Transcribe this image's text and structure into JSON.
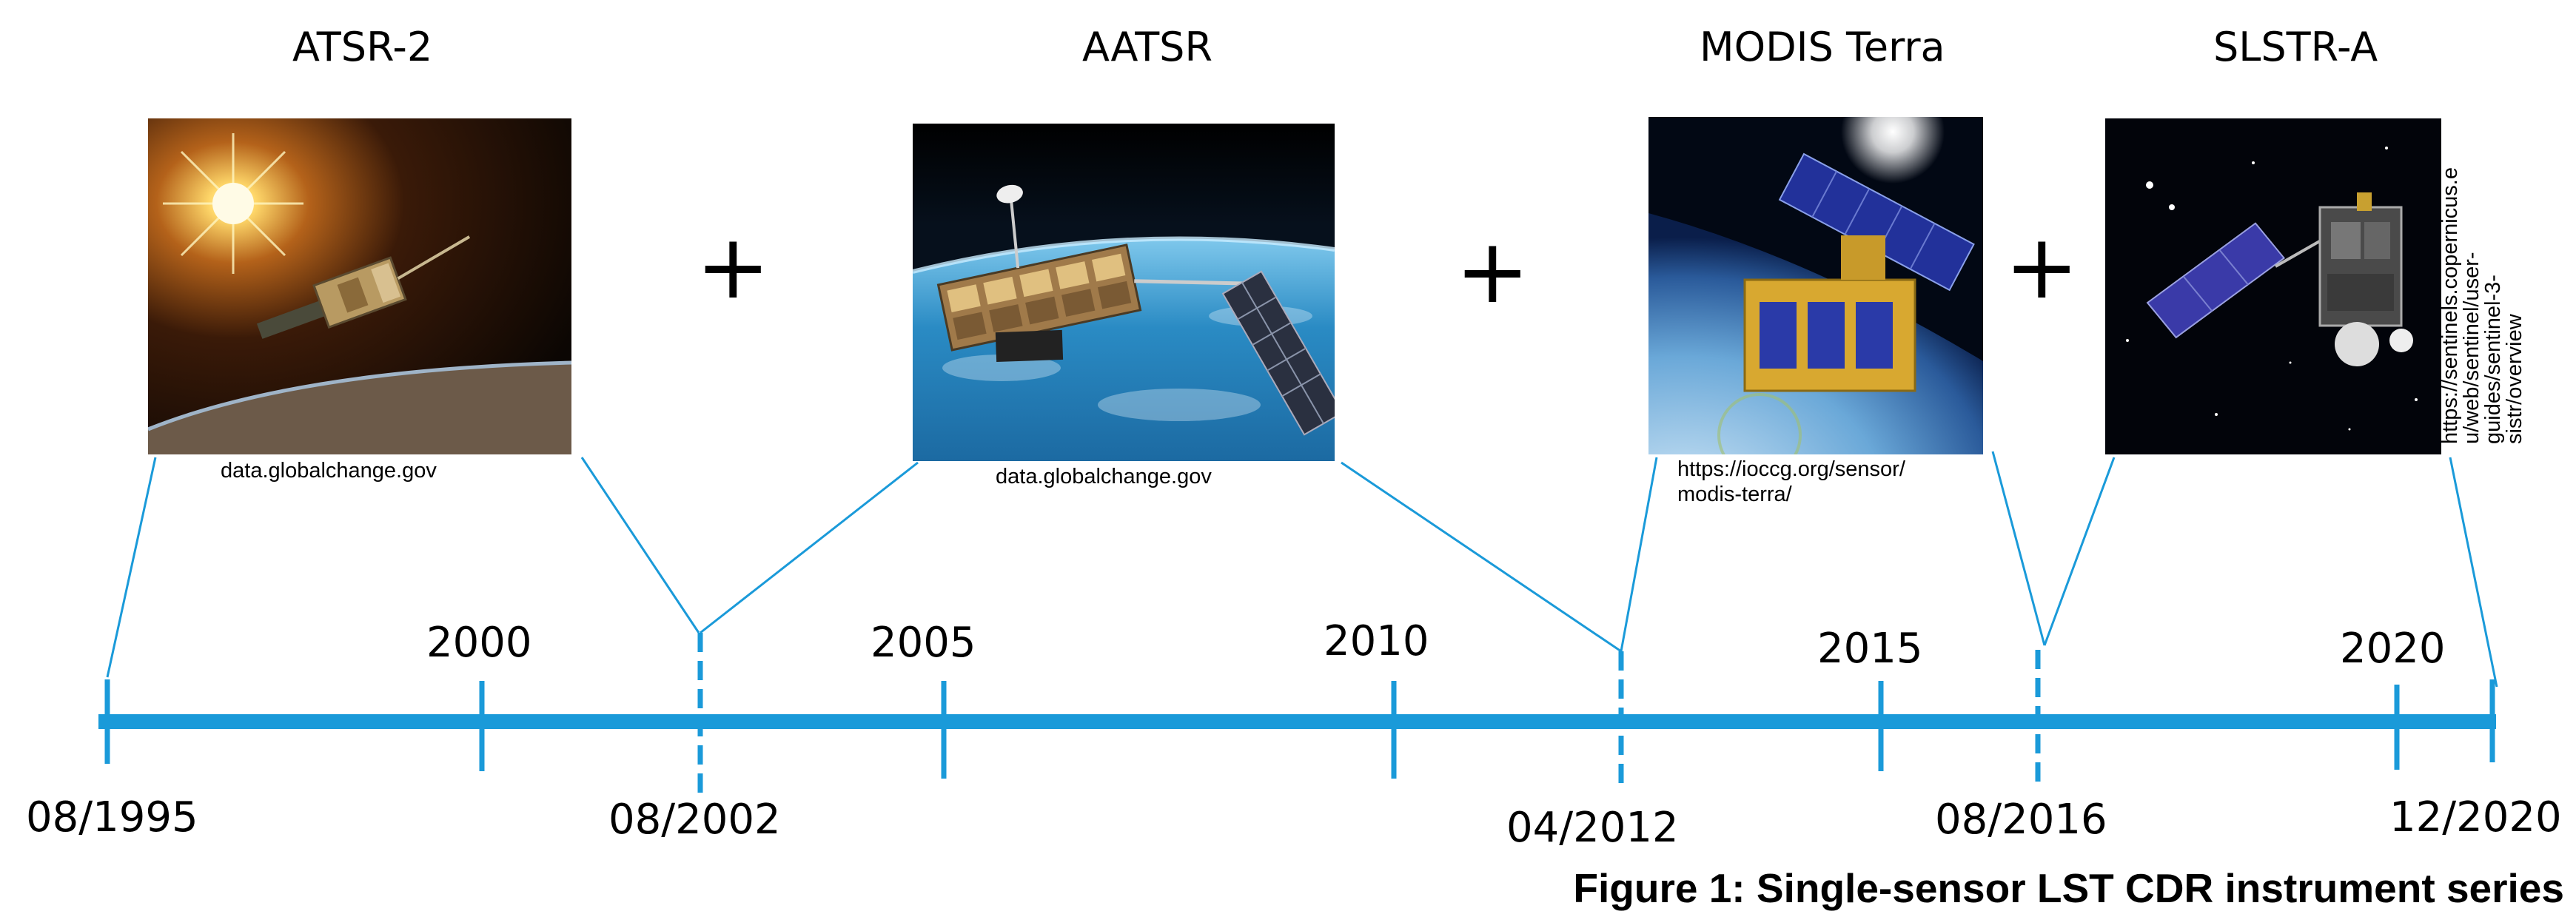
{
  "instruments": [
    {
      "name": "ATSR-2",
      "credit": "data.globalchange.gov",
      "start": "08/1995"
    },
    {
      "name": "AATSR",
      "credit": "data.globalchange.gov",
      "start": "08/2002"
    },
    {
      "name": "MODIS Terra",
      "credit": "https://ioccg.org/sensor/\nmodis-terra/",
      "start": "04/2012"
    },
    {
      "name": "SLSTR-A",
      "credit": "https://sentinels.copernicus.e\nu/web/sentinel/user-\nguides/sentinel-3-\nsistr/overview",
      "start": "08/2016"
    }
  ],
  "separator": "+",
  "years": [
    "2000",
    "2005",
    "2010",
    "2015",
    "2020"
  ],
  "end_date": "12/2020",
  "caption": "Figure 1: Single-sensor LST CDR instrument series",
  "colors": {
    "timeline": "#1a9ad9",
    "text": "#000000"
  }
}
